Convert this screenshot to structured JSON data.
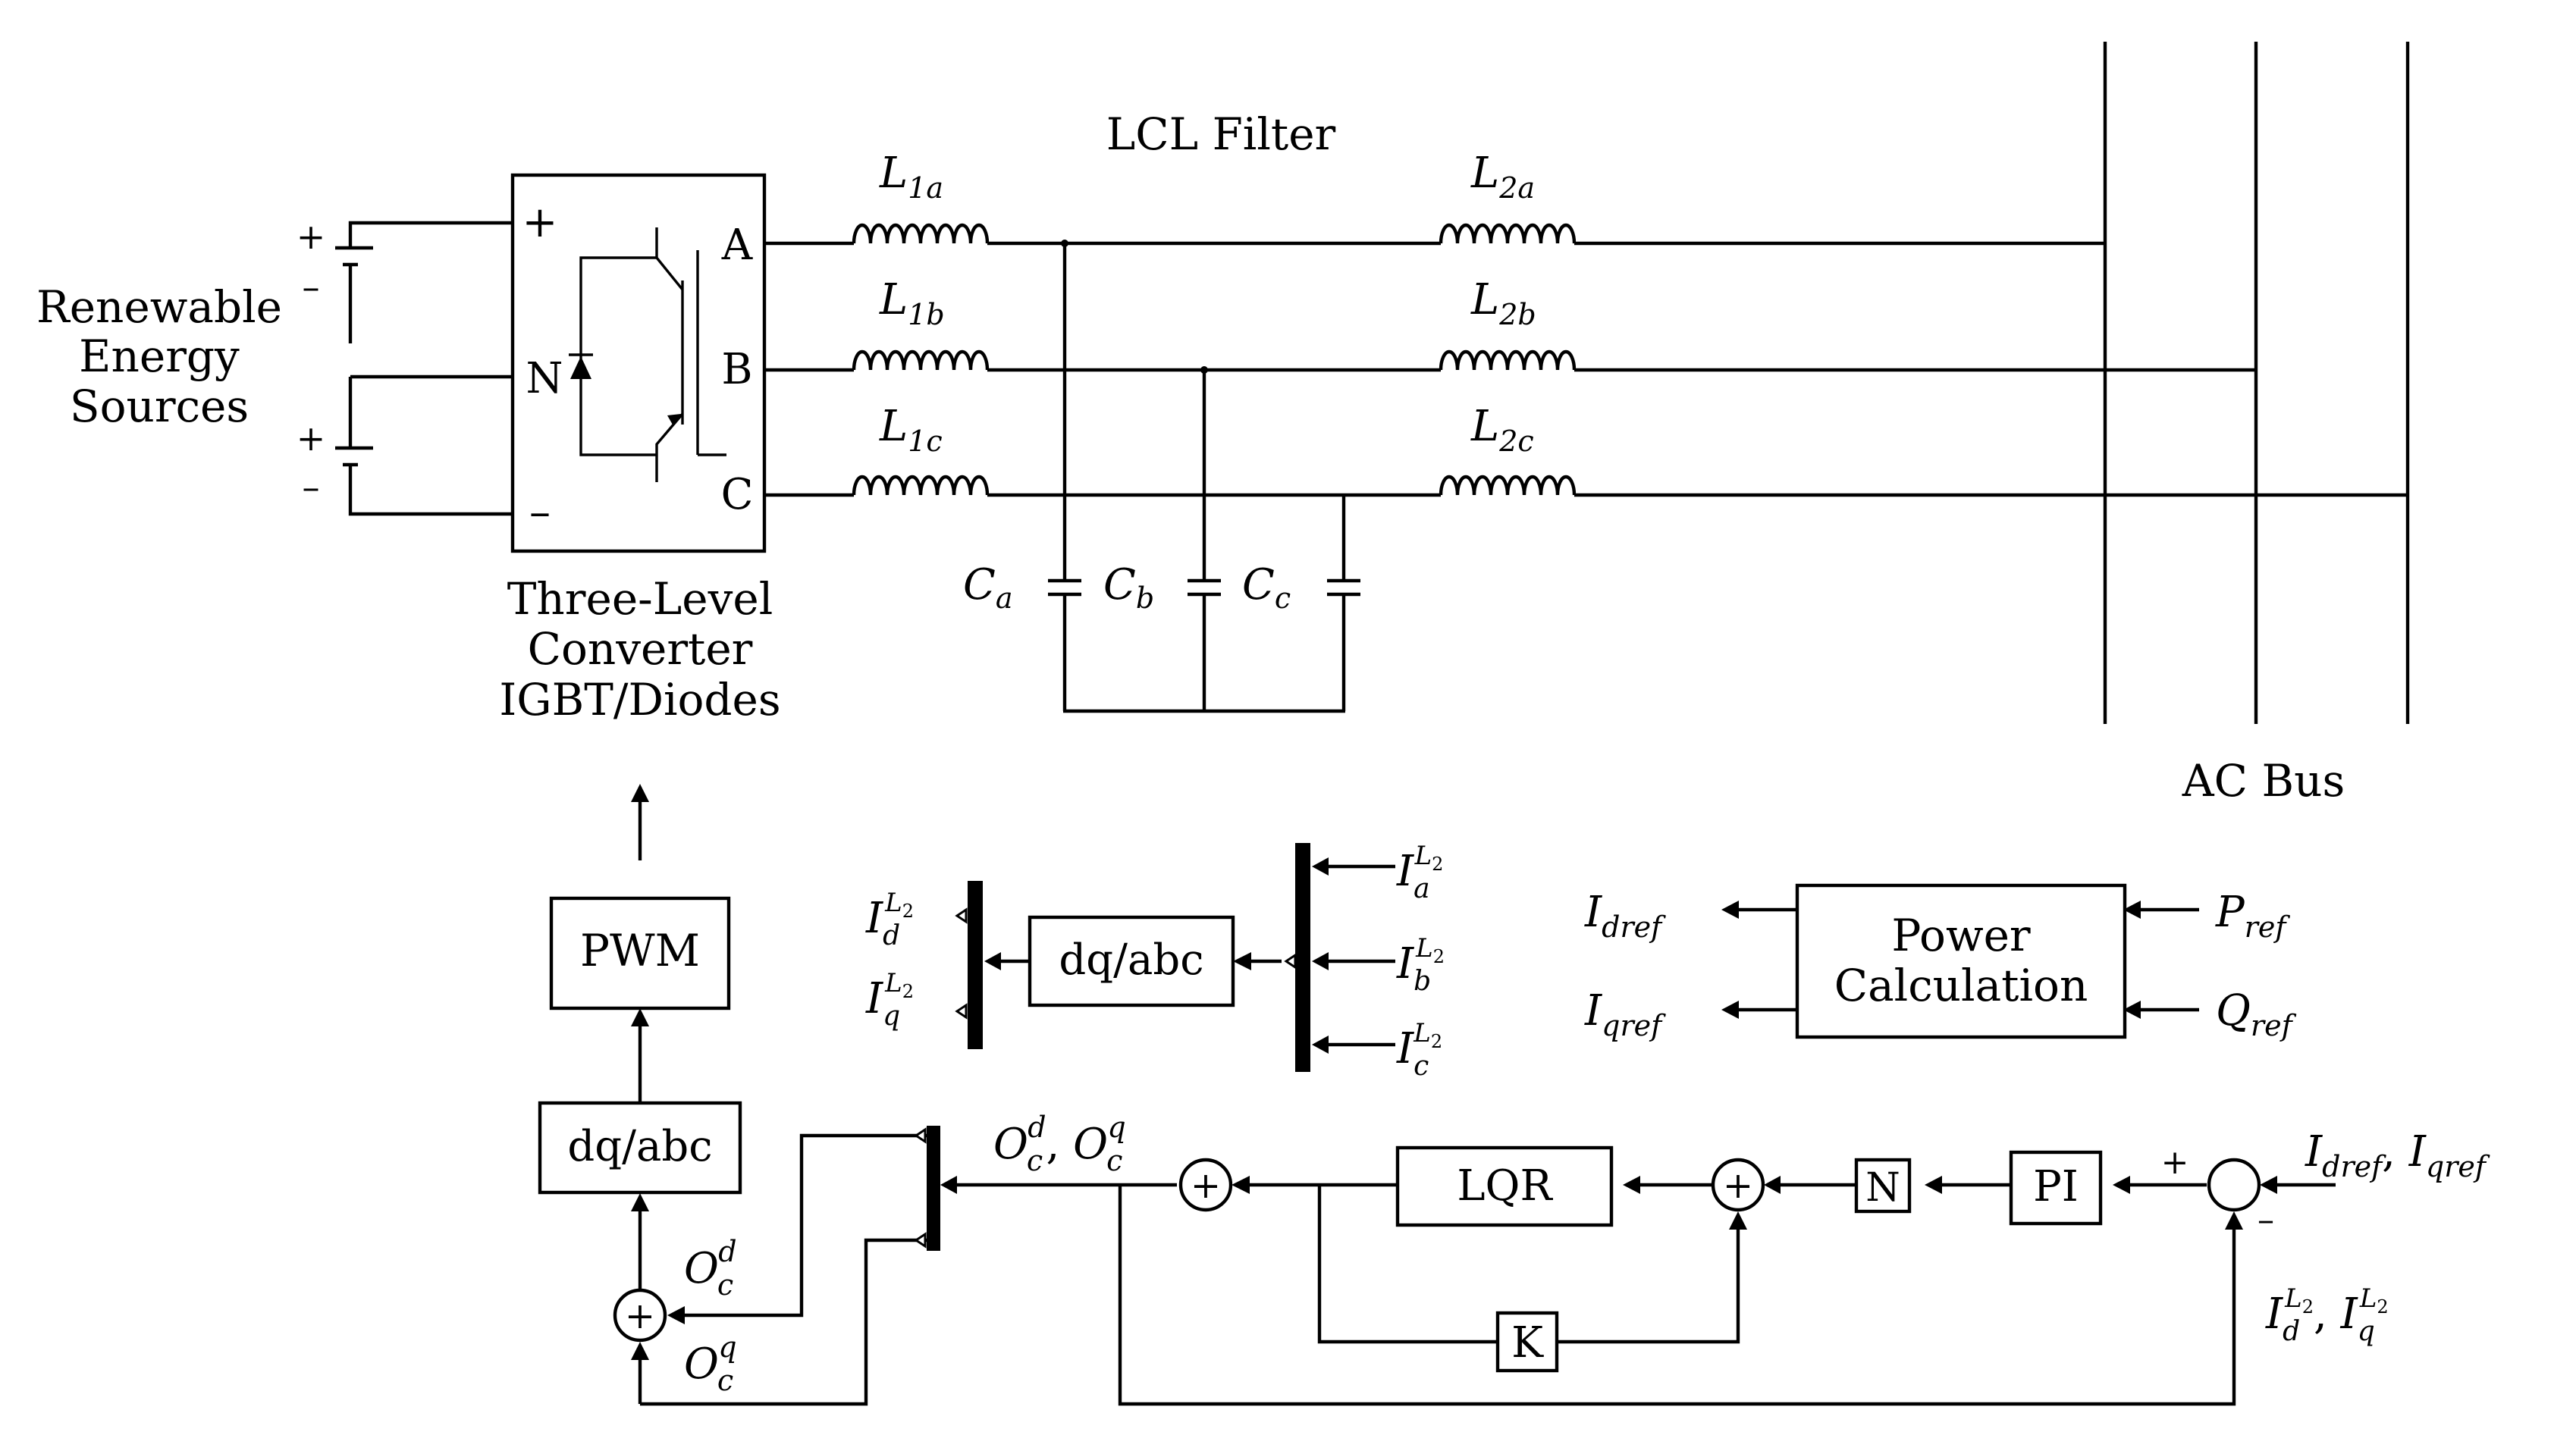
{
  "labels": {
    "lcl_filter": "LCL Filter",
    "ac_bus": "AC Bus",
    "source_line1": "Renewable",
    "source_line2": "Energy",
    "source_line3": "Sources",
    "conv_line1": "Three-Level",
    "conv_line2": "Converter",
    "conv_line3": "IGBT/Diodes",
    "term_plus": "+",
    "term_n": "N",
    "term_minus": "–",
    "phase_a": "A",
    "phase_b": "B",
    "phase_c": "C",
    "batt_plus": "+",
    "batt_minus": "–"
  },
  "inductors": {
    "L1a": {
      "base": "L",
      "sub": "1a"
    },
    "L1b": {
      "base": "L",
      "sub": "1b"
    },
    "L1c": {
      "base": "L",
      "sub": "1c"
    },
    "L2a": {
      "base": "L",
      "sub": "2a"
    },
    "L2b": {
      "base": "L",
      "sub": "2b"
    },
    "L2c": {
      "base": "L",
      "sub": "2c"
    }
  },
  "capacitors": {
    "Ca": {
      "base": "C",
      "sub": "a"
    },
    "Cb": {
      "base": "C",
      "sub": "b"
    },
    "Cc": {
      "base": "C",
      "sub": "c"
    }
  },
  "blocks": {
    "pwm": "PWM",
    "dq_abc_top": "dq/abc",
    "dq_abc_bottom": "dq/abc",
    "power_calc_line1": "Power",
    "power_calc_line2": "Calculation",
    "lqr": "LQR",
    "n": "N",
    "pi": "PI",
    "k": "K"
  },
  "signals": {
    "I": "I",
    "O": "O",
    "L2": "L",
    "L2sub": "2",
    "d": "d",
    "q": "q",
    "a": "a",
    "b": "b",
    "c": "c",
    "dref": "dref",
    "qref": "qref",
    "P": "P",
    "Q": "Q",
    "ref": "ref",
    "comma": ", ",
    "plus": "+",
    "minus": "–"
  },
  "summer_symbol": "+"
}
